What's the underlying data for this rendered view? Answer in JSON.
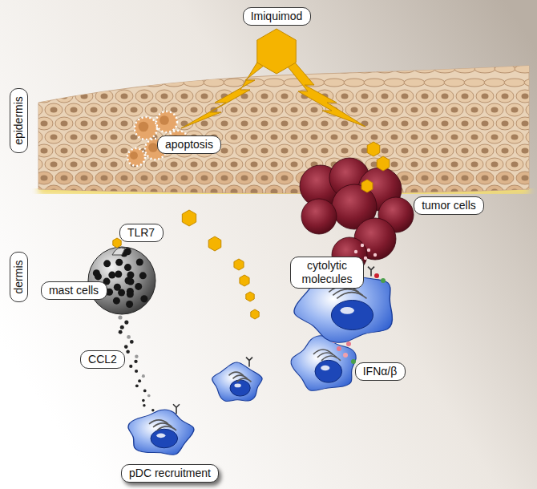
{
  "diagram": {
    "nodes": [
      {
        "text": [
          "Imiquimod"
        ]
      },
      {
        "text": [
          "epidermis"
        ]
      },
      {
        "text": [
          "apoptosis"
        ]
      },
      {
        "text": [
          "tumor cells"
        ]
      },
      {
        "text": [
          "dermis"
        ]
      },
      {
        "text": [
          "TLR7"
        ]
      },
      {
        "text": [
          "mast cells"
        ]
      },
      {
        "text": [
          "cytolytic molecules"
        ]
      },
      {
        "text": [
          "CCL2"
        ]
      },
      {
        "text": [
          "IFNα/β"
        ]
      },
      {
        "text": [
          "pDC recruitment"
        ]
      }
    ]
  }
}
